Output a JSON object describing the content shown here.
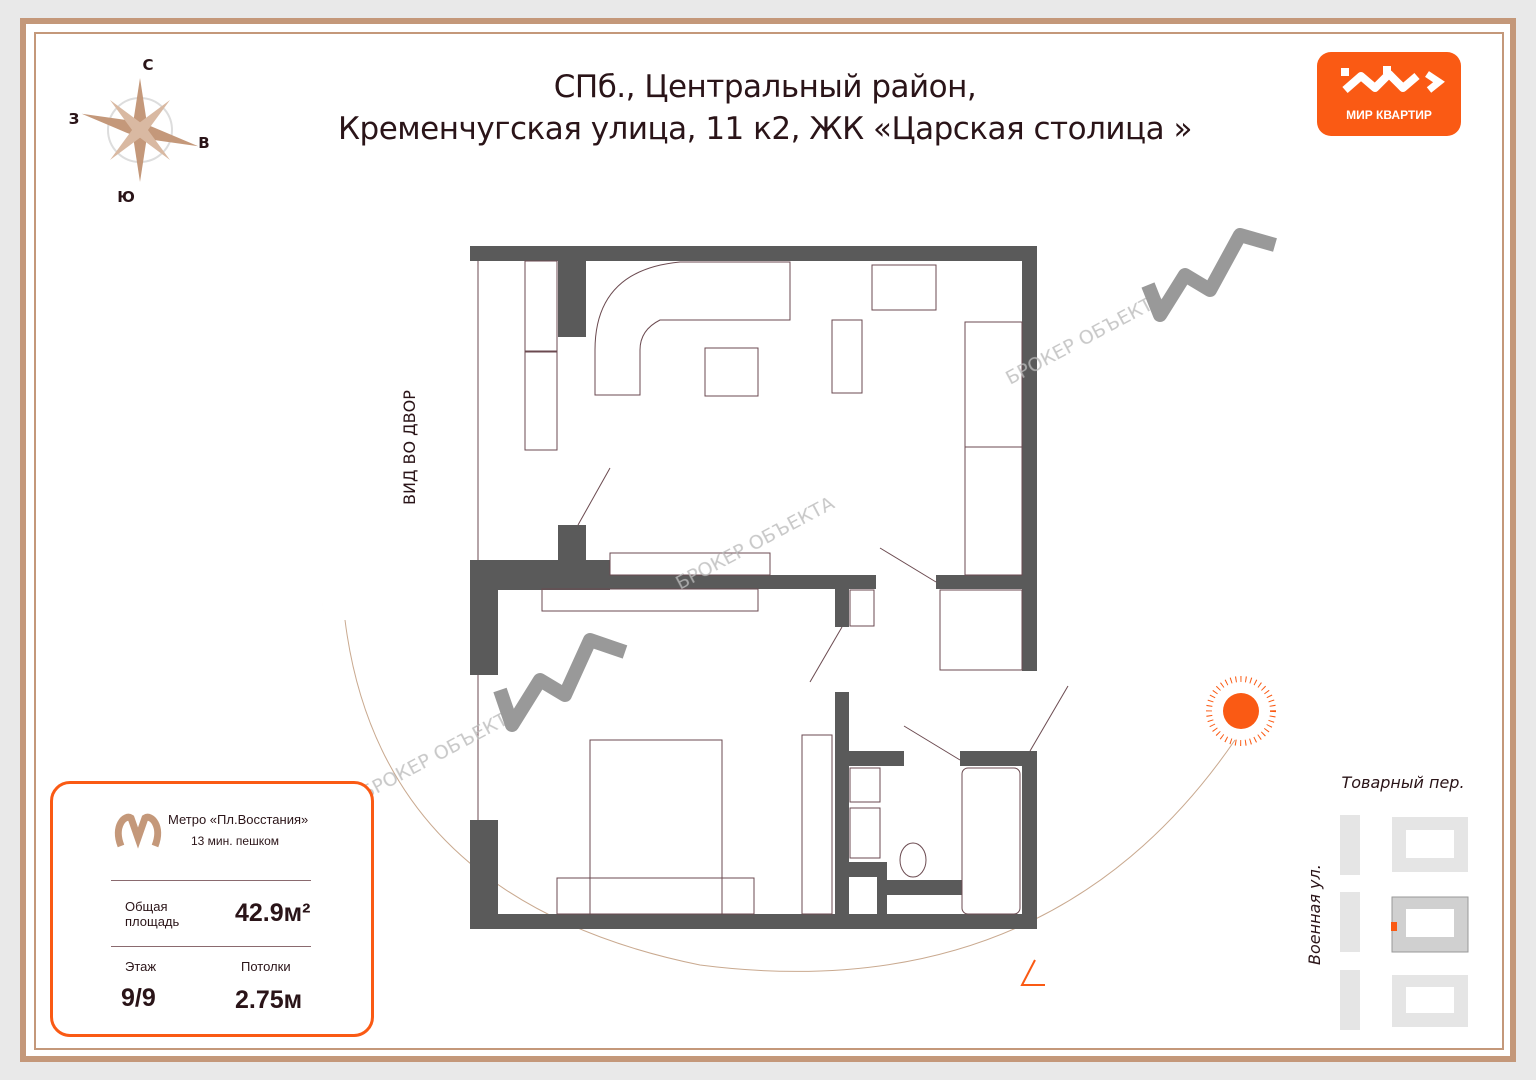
{
  "title": {
    "line1": "СПб., Центральный район,",
    "line2": "Кременчугская улица, 11 к2, ЖК «Царская столица »"
  },
  "logo": {
    "text": "МИР КВАРТИР"
  },
  "compass": {
    "north": "С",
    "south": "Ю",
    "west": "З",
    "east": "В"
  },
  "plan": {
    "view_label": "ВИД ВО ДВОР",
    "watermark": "БРОКЕР ОБЪЕКТА"
  },
  "map": {
    "street_top": "Товарный пер.",
    "street_side": "Военная ул."
  },
  "info": {
    "metro": "Метро «Пл.Восстания»",
    "walk": "13 мин. пешком",
    "area_label_1": "Общая",
    "area_label_2": "площадь",
    "area_value": "42.9м²",
    "floor_label": "Этаж",
    "floor_value": "9/9",
    "ceiling_label": "Потолки",
    "ceiling_value": "2.75м"
  },
  "colors": {
    "accent": "#fa5a14",
    "frame": "#c4987a",
    "wall": "#5a5a5a",
    "text": "#2a1418"
  }
}
